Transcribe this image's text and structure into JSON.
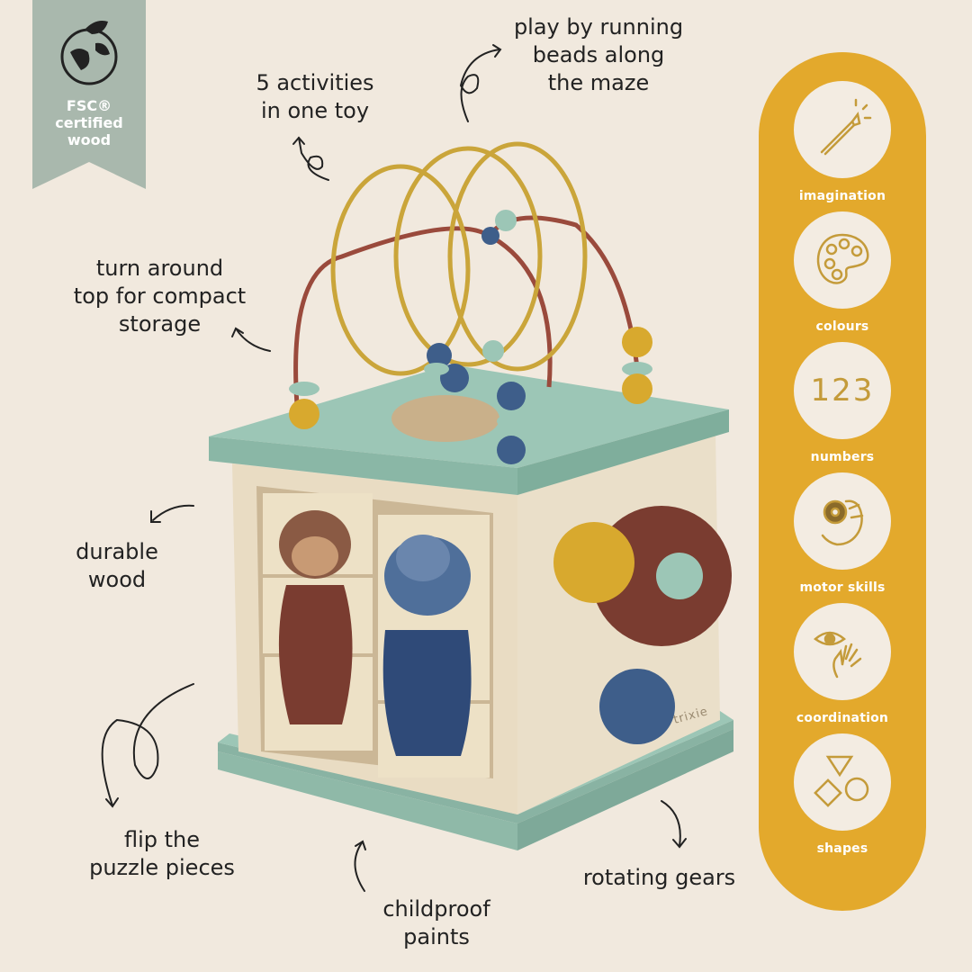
{
  "badge": {
    "text": "FSC®\ncertified\nwood",
    "icon": "globe-leaf-icon"
  },
  "callouts": {
    "activities": "5 activities\nin one toy",
    "beads": "play by running\nbeads along\nthe maze",
    "turn_around": "turn around\ntop for compact\nstorage",
    "durable": "durable\nwood",
    "flip": "flip the\npuzzle pieces",
    "childproof": "childproof\npaints",
    "gears": "rotating gears"
  },
  "benefits": [
    {
      "label": "imagination",
      "icon": "magic-wand-icon"
    },
    {
      "label": "colours",
      "icon": "palette-icon"
    },
    {
      "label": "numbers",
      "icon": "numbers-123-icon"
    },
    {
      "label": "motor skills",
      "icon": "hand-grasp-icon"
    },
    {
      "label": "coordination",
      "icon": "eye-hand-icon"
    },
    {
      "label": "shapes",
      "icon": "shapes-icon"
    }
  ],
  "benefit_numbers_glyph": "123",
  "brand": "trixie",
  "colors": {
    "background": "#f1e9de",
    "panel": "#e3a92c",
    "badge": "#a9b8ad",
    "mint": "#9cc6b6",
    "mustard": "#d8a92e",
    "rust": "#8a4a3a",
    "navy": "#3e5e8a"
  }
}
